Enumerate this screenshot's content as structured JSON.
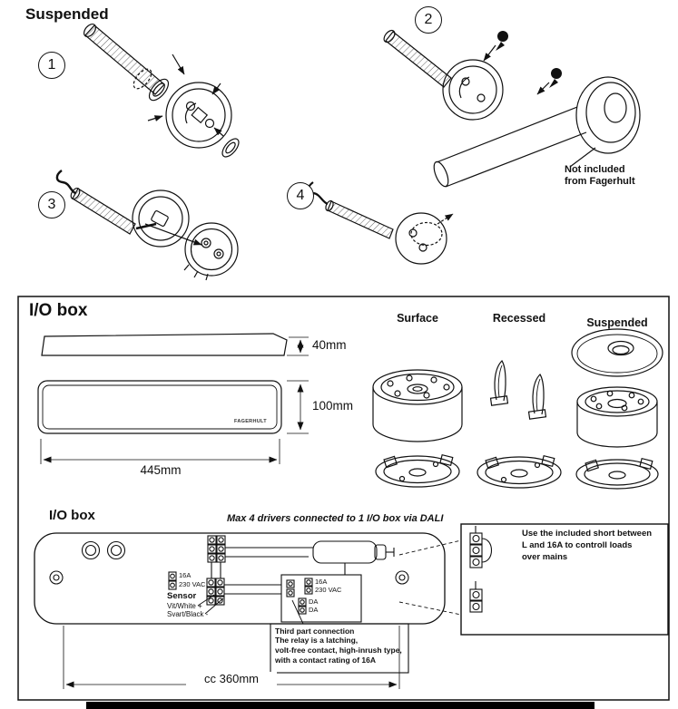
{
  "suspended": {
    "title": "Suspended",
    "steps": [
      "1",
      "2",
      "3",
      "4"
    ],
    "not_included": "Not included\nfrom Fagerhult"
  },
  "iobox": {
    "title": "I/O box",
    "brand": "FAGERHULT",
    "dims": {
      "depth": "40mm",
      "height": "100mm",
      "width": "445mm"
    },
    "mountings": [
      "Surface",
      "Recessed",
      "Suspended"
    ]
  },
  "wiring": {
    "title": "I/O box",
    "dali_note": "Max 4 drivers connected to 1 I/O box via DALI",
    "left_terminal": {
      "amp": "16A",
      "volt": "230 VAC"
    },
    "sensor": {
      "label": "Sensor",
      "wire_pos": "Vit/White +",
      "wire_neg": "Svart/Black -"
    },
    "right_terminal": {
      "amp": "16A",
      "volt": "230 VAC",
      "da1": "DA",
      "da2": "DA"
    },
    "relay_note": {
      "title": "Third part connection",
      "body": "The relay is a latching,\nvolt-free contact, high-inrush type,\nwith a contact rating of 16A"
    },
    "cc_dim": "cc 360mm",
    "short_note": "Use the included short between\nL and 16A to controll loads\nover mains"
  }
}
